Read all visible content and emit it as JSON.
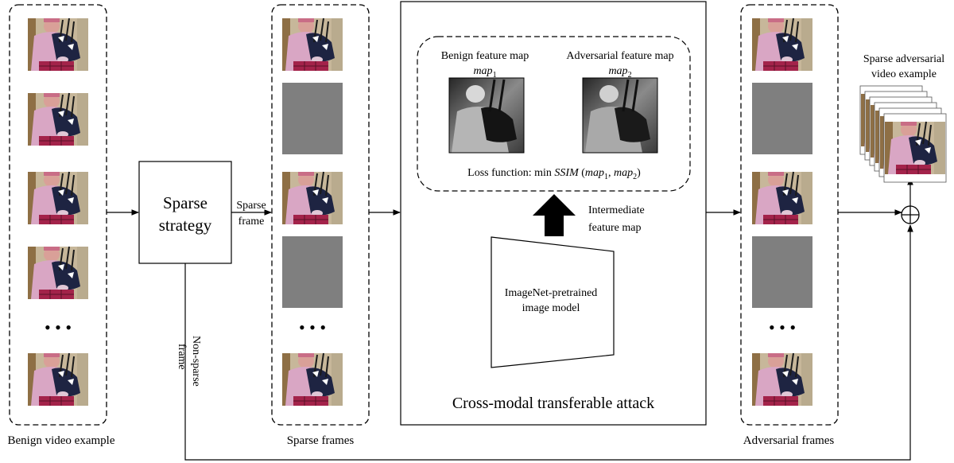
{
  "labels": {
    "benign_video": "Benign video example",
    "sparse_frames": "Sparse frames",
    "adversarial_frames": "Adversarial frames",
    "sparse_strategy_line1": "Sparse",
    "sparse_strategy_line2": "strategy",
    "sparse_frame_line1": "Sparse",
    "sparse_frame_line2": "frame",
    "non_sparse_line1": "Non-sparse",
    "non_sparse_line2": "frame",
    "benign_feature_map": "Benign feature map",
    "adversarial_feature_map": "Adversarial feature map",
    "map1_base": "map",
    "map1_sub": "1",
    "map2_base": "map",
    "map2_sub": "2",
    "loss_prefix": "Loss function: min ",
    "loss_ssim": "SSIM",
    "loss_open": " (",
    "loss_map": "map",
    "loss_sub1": "1",
    "loss_comma": ", ",
    "loss_sub2": "2",
    "loss_close": ")",
    "intermediate_line1": "Intermediate",
    "intermediate_line2": "feature map",
    "model_line1": "ImageNet-pretrained",
    "model_line2": "image model",
    "attack_title": "Cross-modal transferable attack",
    "output_line1": "Sparse adversarial",
    "output_line2": "video example",
    "ellipsis": "• • •"
  },
  "frames": {
    "benign": [
      "frame",
      "frame",
      "frame",
      "frame",
      "dots",
      "frame"
    ],
    "sparse": [
      "frame",
      "gray",
      "frame",
      "gray",
      "dots",
      "frame"
    ],
    "adversarial": [
      "frame",
      "gray",
      "frame",
      "gray",
      "dots",
      "frame"
    ]
  },
  "colors": {
    "gray_frame": "#7f7f7f",
    "wall": "#c7b79a",
    "shirt": "#d9a6c4",
    "bagpipe": "#1e2442",
    "kilt": "#a3234a"
  }
}
